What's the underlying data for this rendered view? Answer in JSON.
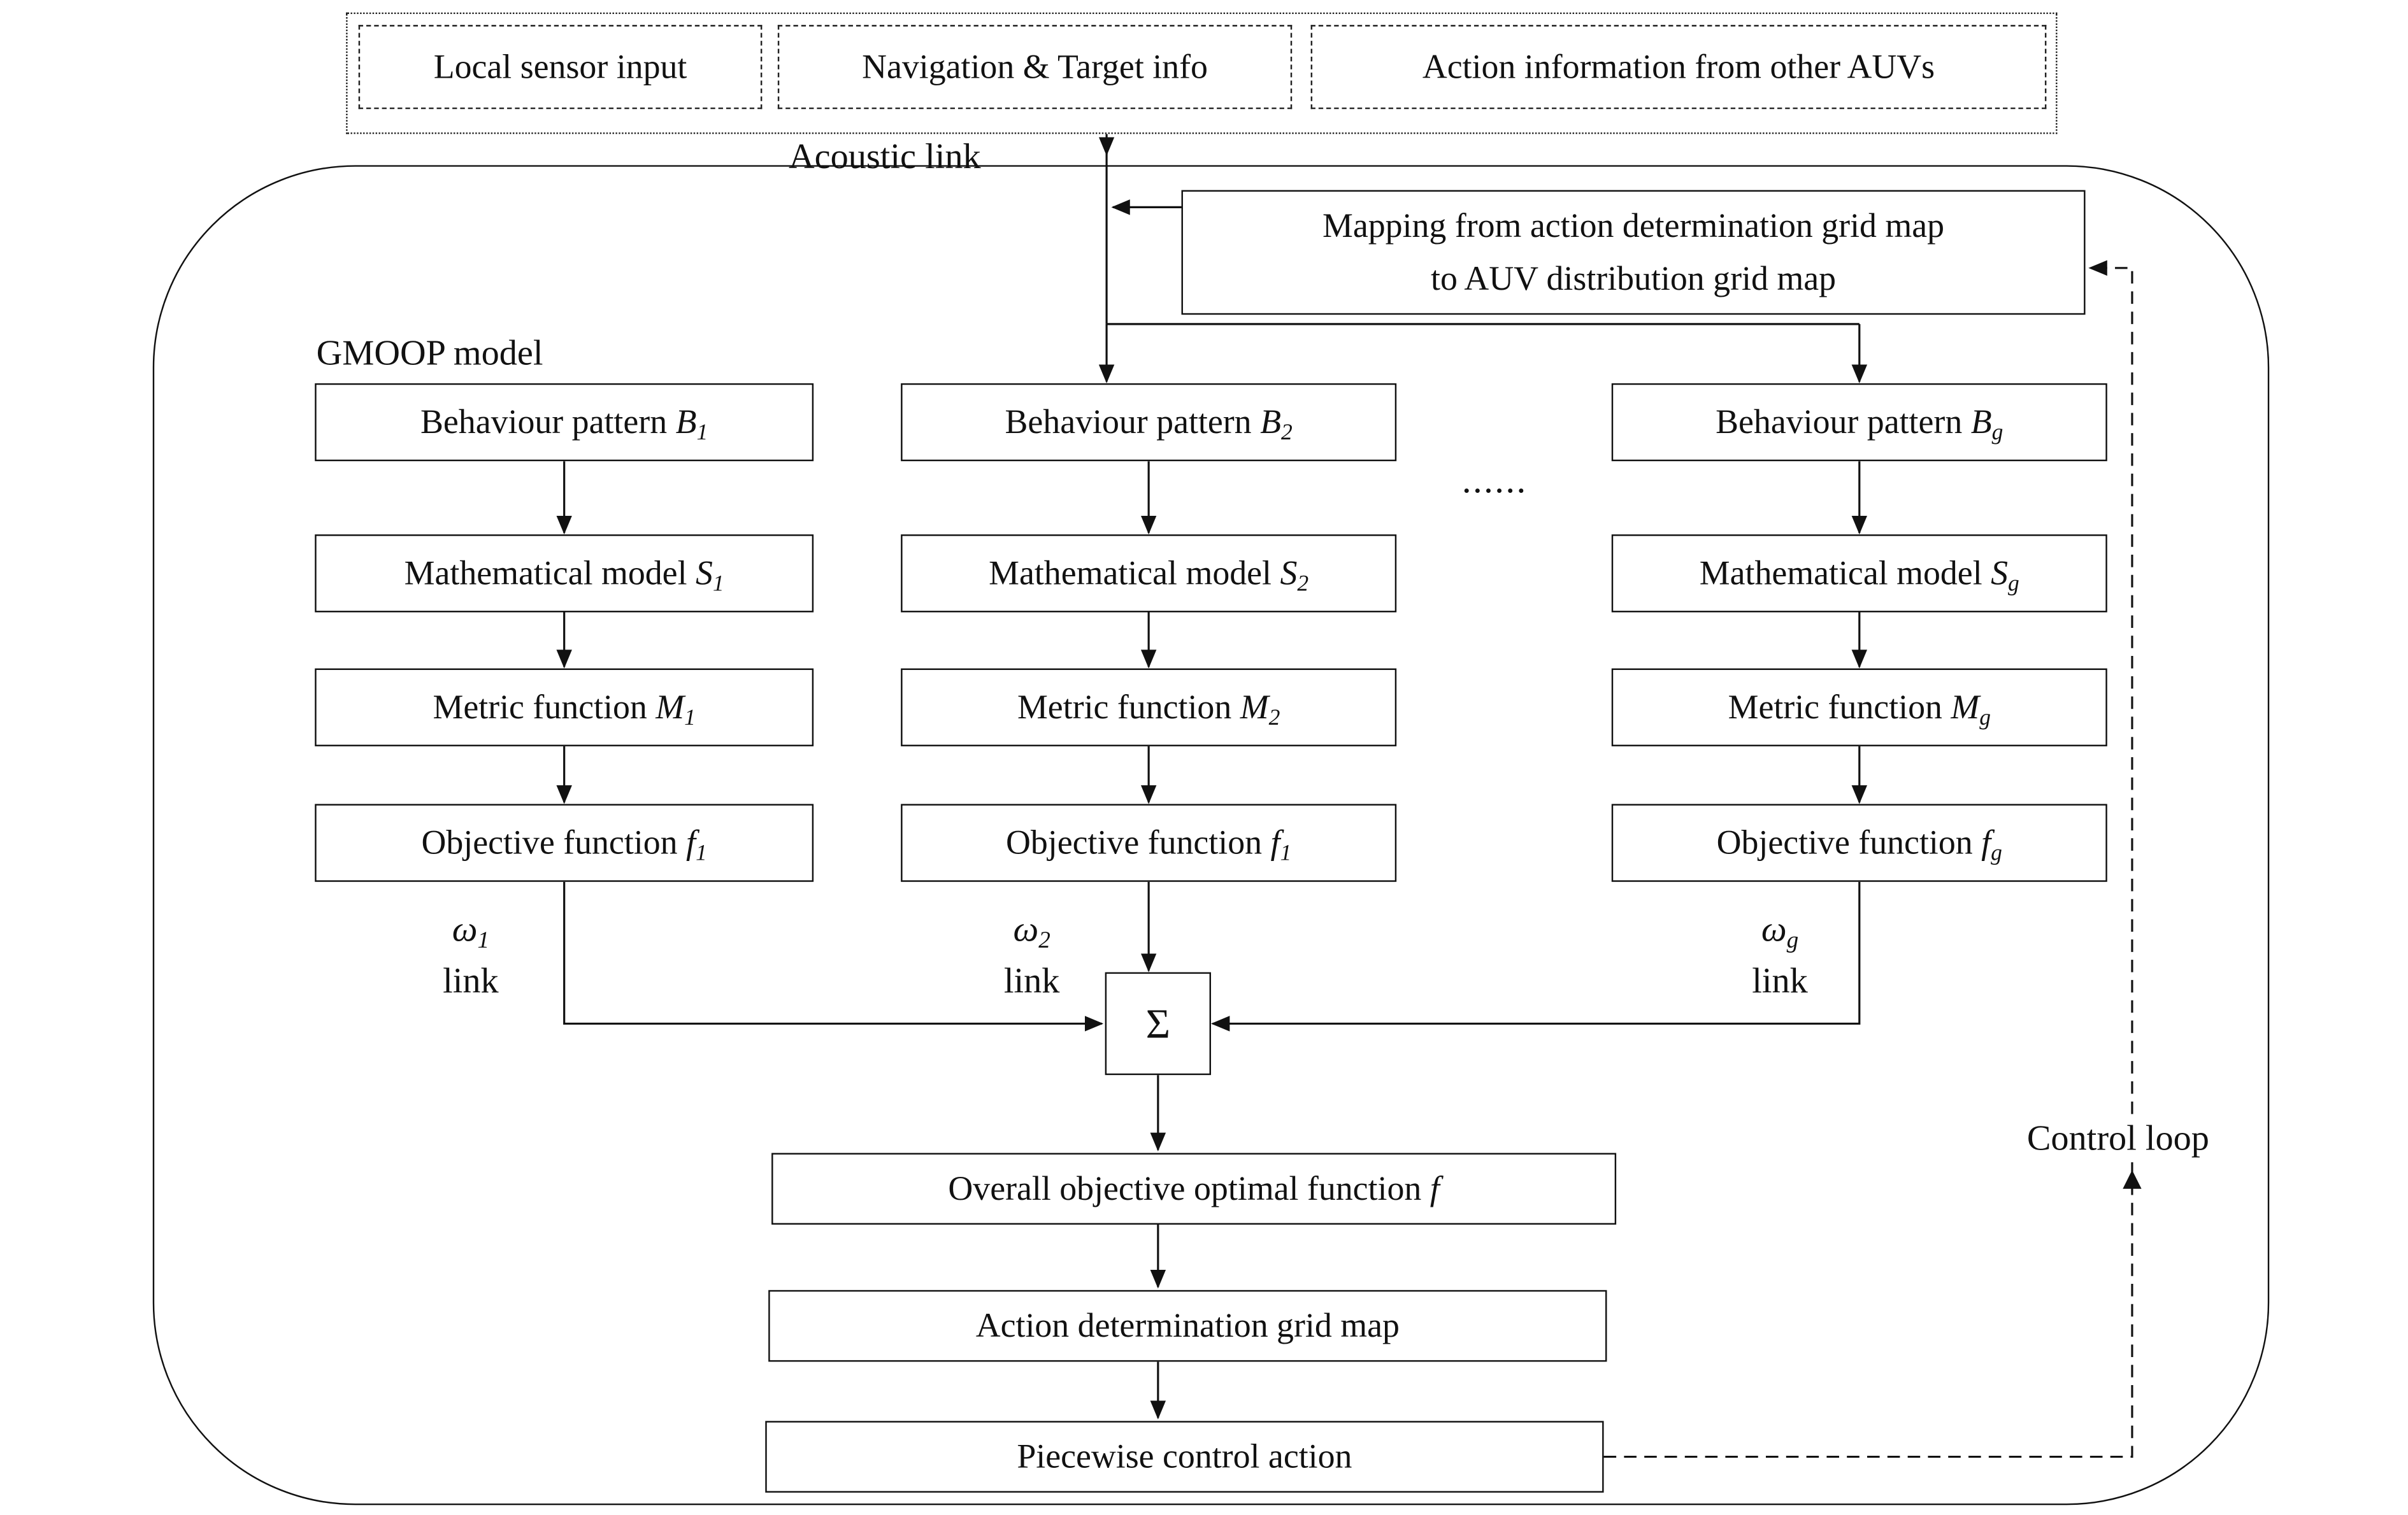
{
  "top_inputs": {
    "local_sensor": "Local sensor input",
    "navigation": "Navigation & Target info",
    "other_auvs": "Action information from other AUVs"
  },
  "labels": {
    "acoustic_link": "Acoustic link",
    "gmoop": "GMOOP model",
    "dots": "......",
    "sigma": "Σ",
    "control_loop": "Control loop"
  },
  "mapping": {
    "line1": "Mapping from action determination grid map",
    "line2": "to AUV distribution grid map"
  },
  "columns": [
    {
      "behaviour": {
        "label": "Behaviour pattern ",
        "var": "B",
        "sub": "1"
      },
      "model": {
        "label": "Mathematical model ",
        "var": "S",
        "sub": "1"
      },
      "metric": {
        "label": "Metric function ",
        "var": "M",
        "sub": "1"
      },
      "objective": {
        "label": "Objective function ",
        "var": "f",
        "sub": "1"
      },
      "weight": {
        "var": "ω",
        "sub": "1",
        "link_label": "link"
      }
    },
    {
      "behaviour": {
        "label": "Behaviour pattern ",
        "var": "B",
        "sub": "2"
      },
      "model": {
        "label": "Mathematical model ",
        "var": "S",
        "sub": "2"
      },
      "metric": {
        "label": "Metric function ",
        "var": "M",
        "sub": "2"
      },
      "objective": {
        "label": "Objective function ",
        "var": "f",
        "sub": "1"
      },
      "weight": {
        "var": "ω",
        "sub": "2",
        "link_label": "link"
      }
    },
    {
      "behaviour": {
        "label": "Behaviour pattern ",
        "var": "B",
        "sub": "g"
      },
      "model": {
        "label": "Mathematical model ",
        "var": "S",
        "sub": "g"
      },
      "metric": {
        "label": "Metric function ",
        "var": "M",
        "sub": "g"
      },
      "objective": {
        "label": "Objective function ",
        "var": "f",
        "sub": "g"
      },
      "weight": {
        "var": "ω",
        "sub": "g",
        "link_label": "link"
      }
    }
  ],
  "flow": {
    "overall": {
      "label": "Overall objective optimal function ",
      "var": "f"
    },
    "action_map": "Action determination grid map",
    "piecewise": "Piecewise control action"
  }
}
